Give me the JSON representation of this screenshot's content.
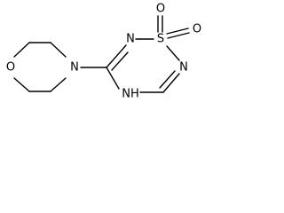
{
  "molecule": {
    "atoms": {
      "oxygen_ring": "O",
      "nitrogen_morpholine": "N",
      "nitrogen_upper": "N",
      "sulfur": "S",
      "oxygen_s_top": "O",
      "oxygen_s_right": "O",
      "nitrogen_right": "N",
      "nh": "NH"
    }
  }
}
